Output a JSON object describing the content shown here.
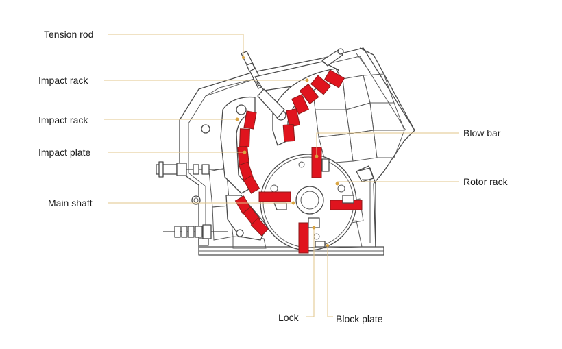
{
  "accent_color": "#e0141e",
  "leader_color": "#e2c48a",
  "labels": {
    "tension_rod": "Tension rod",
    "impact_rack_upper": "Impact rack",
    "impact_rack_lower": "Impact rack",
    "impact_plate": "Impact plate",
    "main_shaft": "Main shaft",
    "blow_bar": "Blow bar",
    "rotor_rack": "Rotor rack",
    "lock": "Lock",
    "block_plate": "Block plate"
  }
}
